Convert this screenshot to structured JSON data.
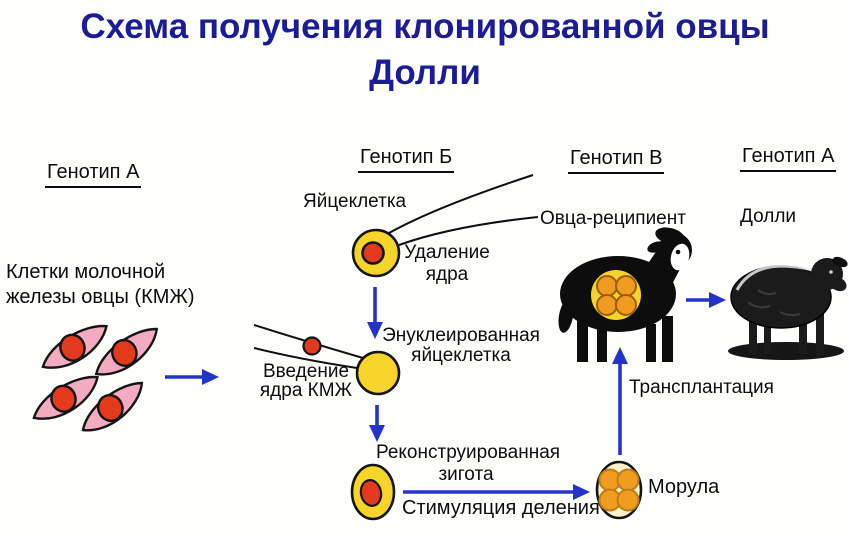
{
  "title": {
    "line1": "Схема получения клонированной овцы",
    "line2": "Долли"
  },
  "columns": {
    "genotype_a_left": {
      "header": "Генотип А"
    },
    "genotype_b": {
      "header": "Генотип Б"
    },
    "genotype_v": {
      "header": "Генотип В"
    },
    "genotype_a_right": {
      "header": "Генотип А"
    }
  },
  "labels": {
    "mammary_cells": {
      "line1": "Клетки молочной",
      "line2": "железы овцы (КМЖ)"
    },
    "egg_cell": "Яйцеклетка",
    "nucleus_removal": {
      "line1": "Удаление",
      "line2": "ядра"
    },
    "enucleated_egg": {
      "line1": "Энуклеированная",
      "line2": "яйцеклетка"
    },
    "nucleus_injection": {
      "line1": "Введение",
      "line2": "ядра КМЖ"
    },
    "reconstructed_zygote": {
      "line1": "Реконструированная",
      "line2": "зигота"
    },
    "division_stimulation": "Стимуляция деления",
    "morula": "Морула",
    "transplantation": "Трансплантация",
    "recipient_sheep": "Овца-реципиент",
    "dolly": "Долли"
  },
  "colors": {
    "title_text": "#1c1c96",
    "label_text": "#0d0d0d",
    "arrow_blue": "#2533cb",
    "egg_yellow": "#f6d429",
    "nucleus_red": "#e23a1c",
    "mammary_cell_pink": "#f3abc2",
    "morula_cell_orange": "#f09c20",
    "morula_shell_cream": "#faf2cd",
    "sheep_black": "#0d0d0d"
  }
}
